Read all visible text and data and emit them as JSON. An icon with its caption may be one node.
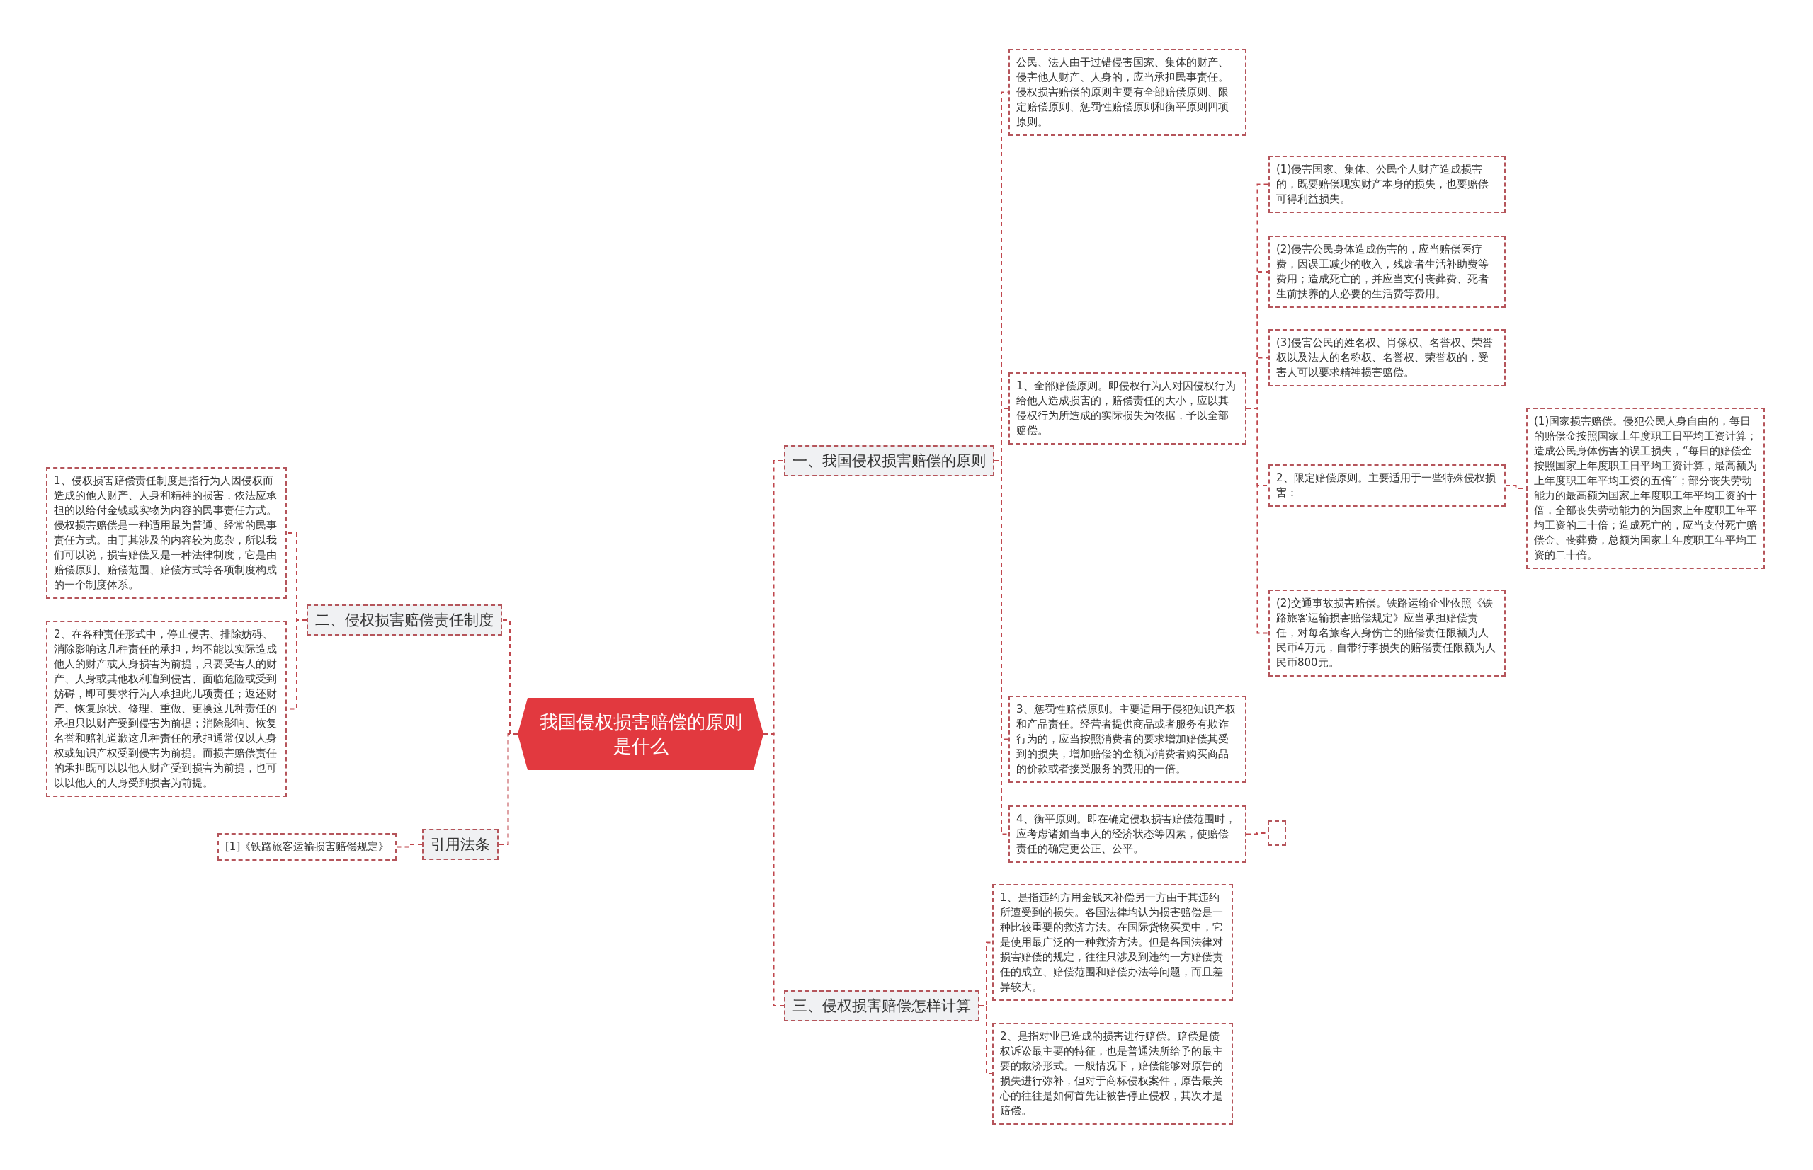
{
  "diagram": {
    "nodes": [
      {
        "text": [
          "我国侵权损害赔偿的原则是什么"
        ]
      },
      {
        "text": [
          "一、我国侵权损害赔偿的原则"
        ]
      },
      {
        "text": [
          "公民、法人由于过错侵害国家、集体的财产、侵害他人财产、人身的，应当承担民事责任。侵权损害赔偿的原则主要有全部赔偿原则、限定赔偿原则、惩罚性赔偿原则和衡平原则四项原则。"
        ]
      },
      {
        "text": [
          "1、全部赔偿原则。即侵权行为人对因侵权行为给他人造成损害的，赔偿责任的大小，应以其侵权行为所造成的实际损失为依据，予以全部赔偿。"
        ]
      },
      {
        "text": [
          "(1)侵害国家、集体、公民个人财产造成损害的，既要赔偿现实财产本身的损失，也要赔偿可得利益损失。"
        ]
      },
      {
        "text": [
          "(2)侵害公民身体造成伤害的，应当赔偿医疗费，因误工减少的收入，残废者生活补助费等费用；造成死亡的，并应当支付丧葬费、死者生前扶养的人必要的生活费等费用。"
        ]
      },
      {
        "text": [
          "(3)侵害公民的姓名权、肖像权、名誉权、荣誉权以及法人的名称权、名誉权、荣誉权的，受害人可以要求精神损害赔偿。"
        ]
      },
      {
        "text": [
          "2、限定赔偿原则。主要适用于一些特殊侵权损害："
        ]
      },
      {
        "text": [
          "(1)国家损害赔偿。侵犯公民人身自由的，每日的赔偿金按照国家上年度职工日平均工资计算；造成公民身体伤害的误工损失，“每日的赔偿金按照国家上年度职工日平均工资计算，最高额为上年度职工年平均工资的五倍”；部分丧失劳动能力的最高额为国家上年度职工年平均工资的十倍，全部丧失劳动能力的为国家上年度职工年平均工资的二十倍；造成死亡的，应当支付死亡赔偿金、丧葬费，总额为国家上年度职工年平均工资的二十倍。"
        ]
      },
      {
        "text": [
          "(2)交通事故损害赔偿。铁路运输企业依照《铁路旅客运输损害赔偿规定》应当承担赔偿责任，对每名旅客人身伤亡的赔偿责任限额为人民币4万元，自带行李损失的赔偿责任限额为人民币800元。"
        ]
      },
      {
        "text": [
          "3、惩罚性赔偿原则。主要适用于侵犯知识产权和产品责任。经营者提供商品或者服务有欺诈行为的，应当按照消费者的要求增加赔偿其受到的损失，增加赔偿的金额为消费者购买商品的价款或者接受服务的费用的一倍。"
        ]
      },
      {
        "text": [
          "4、衡平原则。即在确定侵权损害赔偿范围时，应考虑诸如当事人的经济状态等因素，使赔偿责任的确定更公正、公平。"
        ]
      },
      {
        "text": [],
        "shape": "box"
      },
      {
        "text": [
          "三、侵权损害赔偿怎样计算"
        ]
      },
      {
        "text": [
          "1、是指违约方用金钱来补偿另一方由于其违约所遭受到的损失。各国法律均认为损害赔偿是一种比较重要的救济方法。在国际货物买卖中，它是使用最广泛的一种救济方法。但是各国法律对损害赔偿的规定，往往只涉及到违约一方赔偿责任的成立、赔偿范围和赔偿办法等问题，而且差异较大。"
        ]
      },
      {
        "text": [
          "2、是指对业已造成的损害进行赔偿。赔偿是债权诉讼最主要的特征，也是普通法所给予的最主要的救济形式。一般情况下，赔偿能够对原告的损失进行弥补，但对于商标侵权案件，原告最关心的往往是如何首先让被告停止侵权，其次才是赔偿。"
        ]
      },
      {
        "text": [
          "二、侵权损害赔偿责任制度"
        ]
      },
      {
        "text": [
          "1、侵权损害赔偿责任制度是指行为人因侵权而造成的他人财产、人身和精神的损害，依法应承担的以给付金钱或实物为内容的民事责任方式。侵权损害赔偿是一种适用最为普通、经常的民事责任方式。由于其涉及的内容较为庞杂，所以我们可以说，损害赔偿又是一种法律制度，它是由赔偿原则、赔偿范围、赔偿方式等各项制度构成的一个制度体系。"
        ]
      },
      {
        "text": [
          "2、在各种责任形式中，停止侵害、排除妨碍、消除影响这几种责任的承担，均不能以实际造成他人的财产或人身损害为前提，只要受害人的财产、人身或其他权利遭到侵害、面临危险或受到妨碍，即可要求行为人承担此几项责任；返还财产、恢复原状、修理、重做、更换这几种责任的承担只以财产受到侵害为前提；消除影响、恢复名誉和赔礼道歉这几种责任的承担通常仅以人身权或知识产权受到侵害为前提。而损害赔偿责任的承担既可以以他人财产受到损害为前提，也可以以他人的人身受到损害为前提。"
        ]
      },
      {
        "text": [
          "引用法条"
        ]
      },
      {
        "text": [
          "[1]《铁路旅客运输损害赔偿规定》"
        ]
      }
    ],
    "edges": [
      {
        "from": 0,
        "to": 1,
        "arrow": "none"
      },
      {
        "from": 1,
        "to": 2,
        "arrow": "none"
      },
      {
        "from": 1,
        "to": 3,
        "arrow": "none"
      },
      {
        "from": 3,
        "to": 4,
        "arrow": "none"
      },
      {
        "from": 3,
        "to": 5,
        "arrow": "none"
      },
      {
        "from": 3,
        "to": 6,
        "arrow": "none"
      },
      {
        "from": 3,
        "to": 7,
        "arrow": "none"
      },
      {
        "from": 7,
        "to": 8,
        "arrow": "none"
      },
      {
        "from": 3,
        "to": 9,
        "arrow": "none"
      },
      {
        "from": 1,
        "to": 10,
        "arrow": "none"
      },
      {
        "from": 1,
        "to": 11,
        "arrow": "none"
      },
      {
        "from": 11,
        "to": 12,
        "arrow": "none"
      },
      {
        "from": 0,
        "to": 13,
        "arrow": "none"
      },
      {
        "from": 13,
        "to": 14,
        "arrow": "none"
      },
      {
        "from": 13,
        "to": 15,
        "arrow": "none"
      },
      {
        "from": 0,
        "to": 16,
        "arrow": "none"
      },
      {
        "from": 16,
        "to": 17,
        "arrow": "none"
      },
      {
        "from": 16,
        "to": 18,
        "arrow": "none"
      },
      {
        "from": 0,
        "to": 19,
        "arrow": "none"
      },
      {
        "from": 19,
        "to": 20,
        "arrow": "none"
      }
    ]
  }
}
